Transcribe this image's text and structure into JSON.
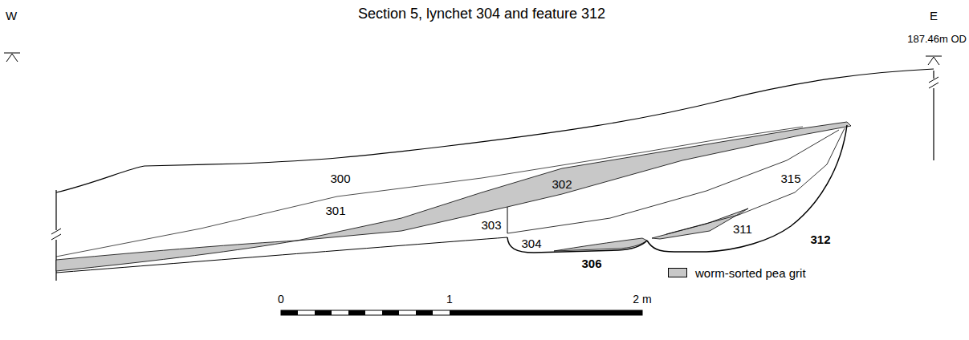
{
  "diagram": {
    "title": "Section 5, lynchet 304 and feature 312",
    "labels": [
      "W",
      "E",
      "187.46m OD",
      "300",
      "301",
      "302",
      "303",
      "304",
      "306",
      "315",
      "311",
      "312",
      "0",
      "1",
      "2 m"
    ],
    "legend": [
      {
        "text": "worm-sorted pea grit",
        "color": "#c8c8c8"
      }
    ]
  }
}
